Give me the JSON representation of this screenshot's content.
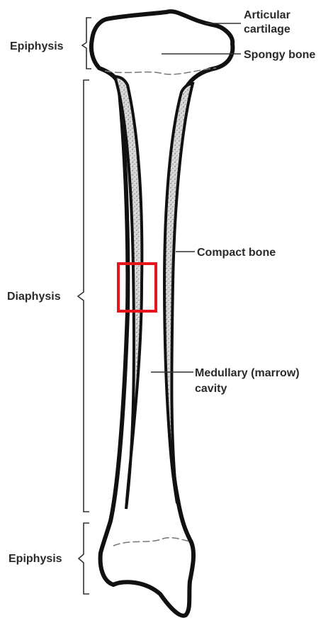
{
  "labels": {
    "epiphysis_top": "Epiphysis",
    "diaphysis": "Diaphysis",
    "epiphysis_bottom": "Epiphysis",
    "articular_cartilage_line1": "Articular",
    "articular_cartilage_line2": "cartilage",
    "spongy_bone": "Spongy bone",
    "compact_bone": "Compact bone",
    "medullary_cavity_line1": "Medullary (marrow)",
    "medullary_cavity_line2": "cavity"
  },
  "colors": {
    "outline": "#111111",
    "compact_bone_fill": "#cfcfcf",
    "highlight_box": "#e8141b"
  }
}
